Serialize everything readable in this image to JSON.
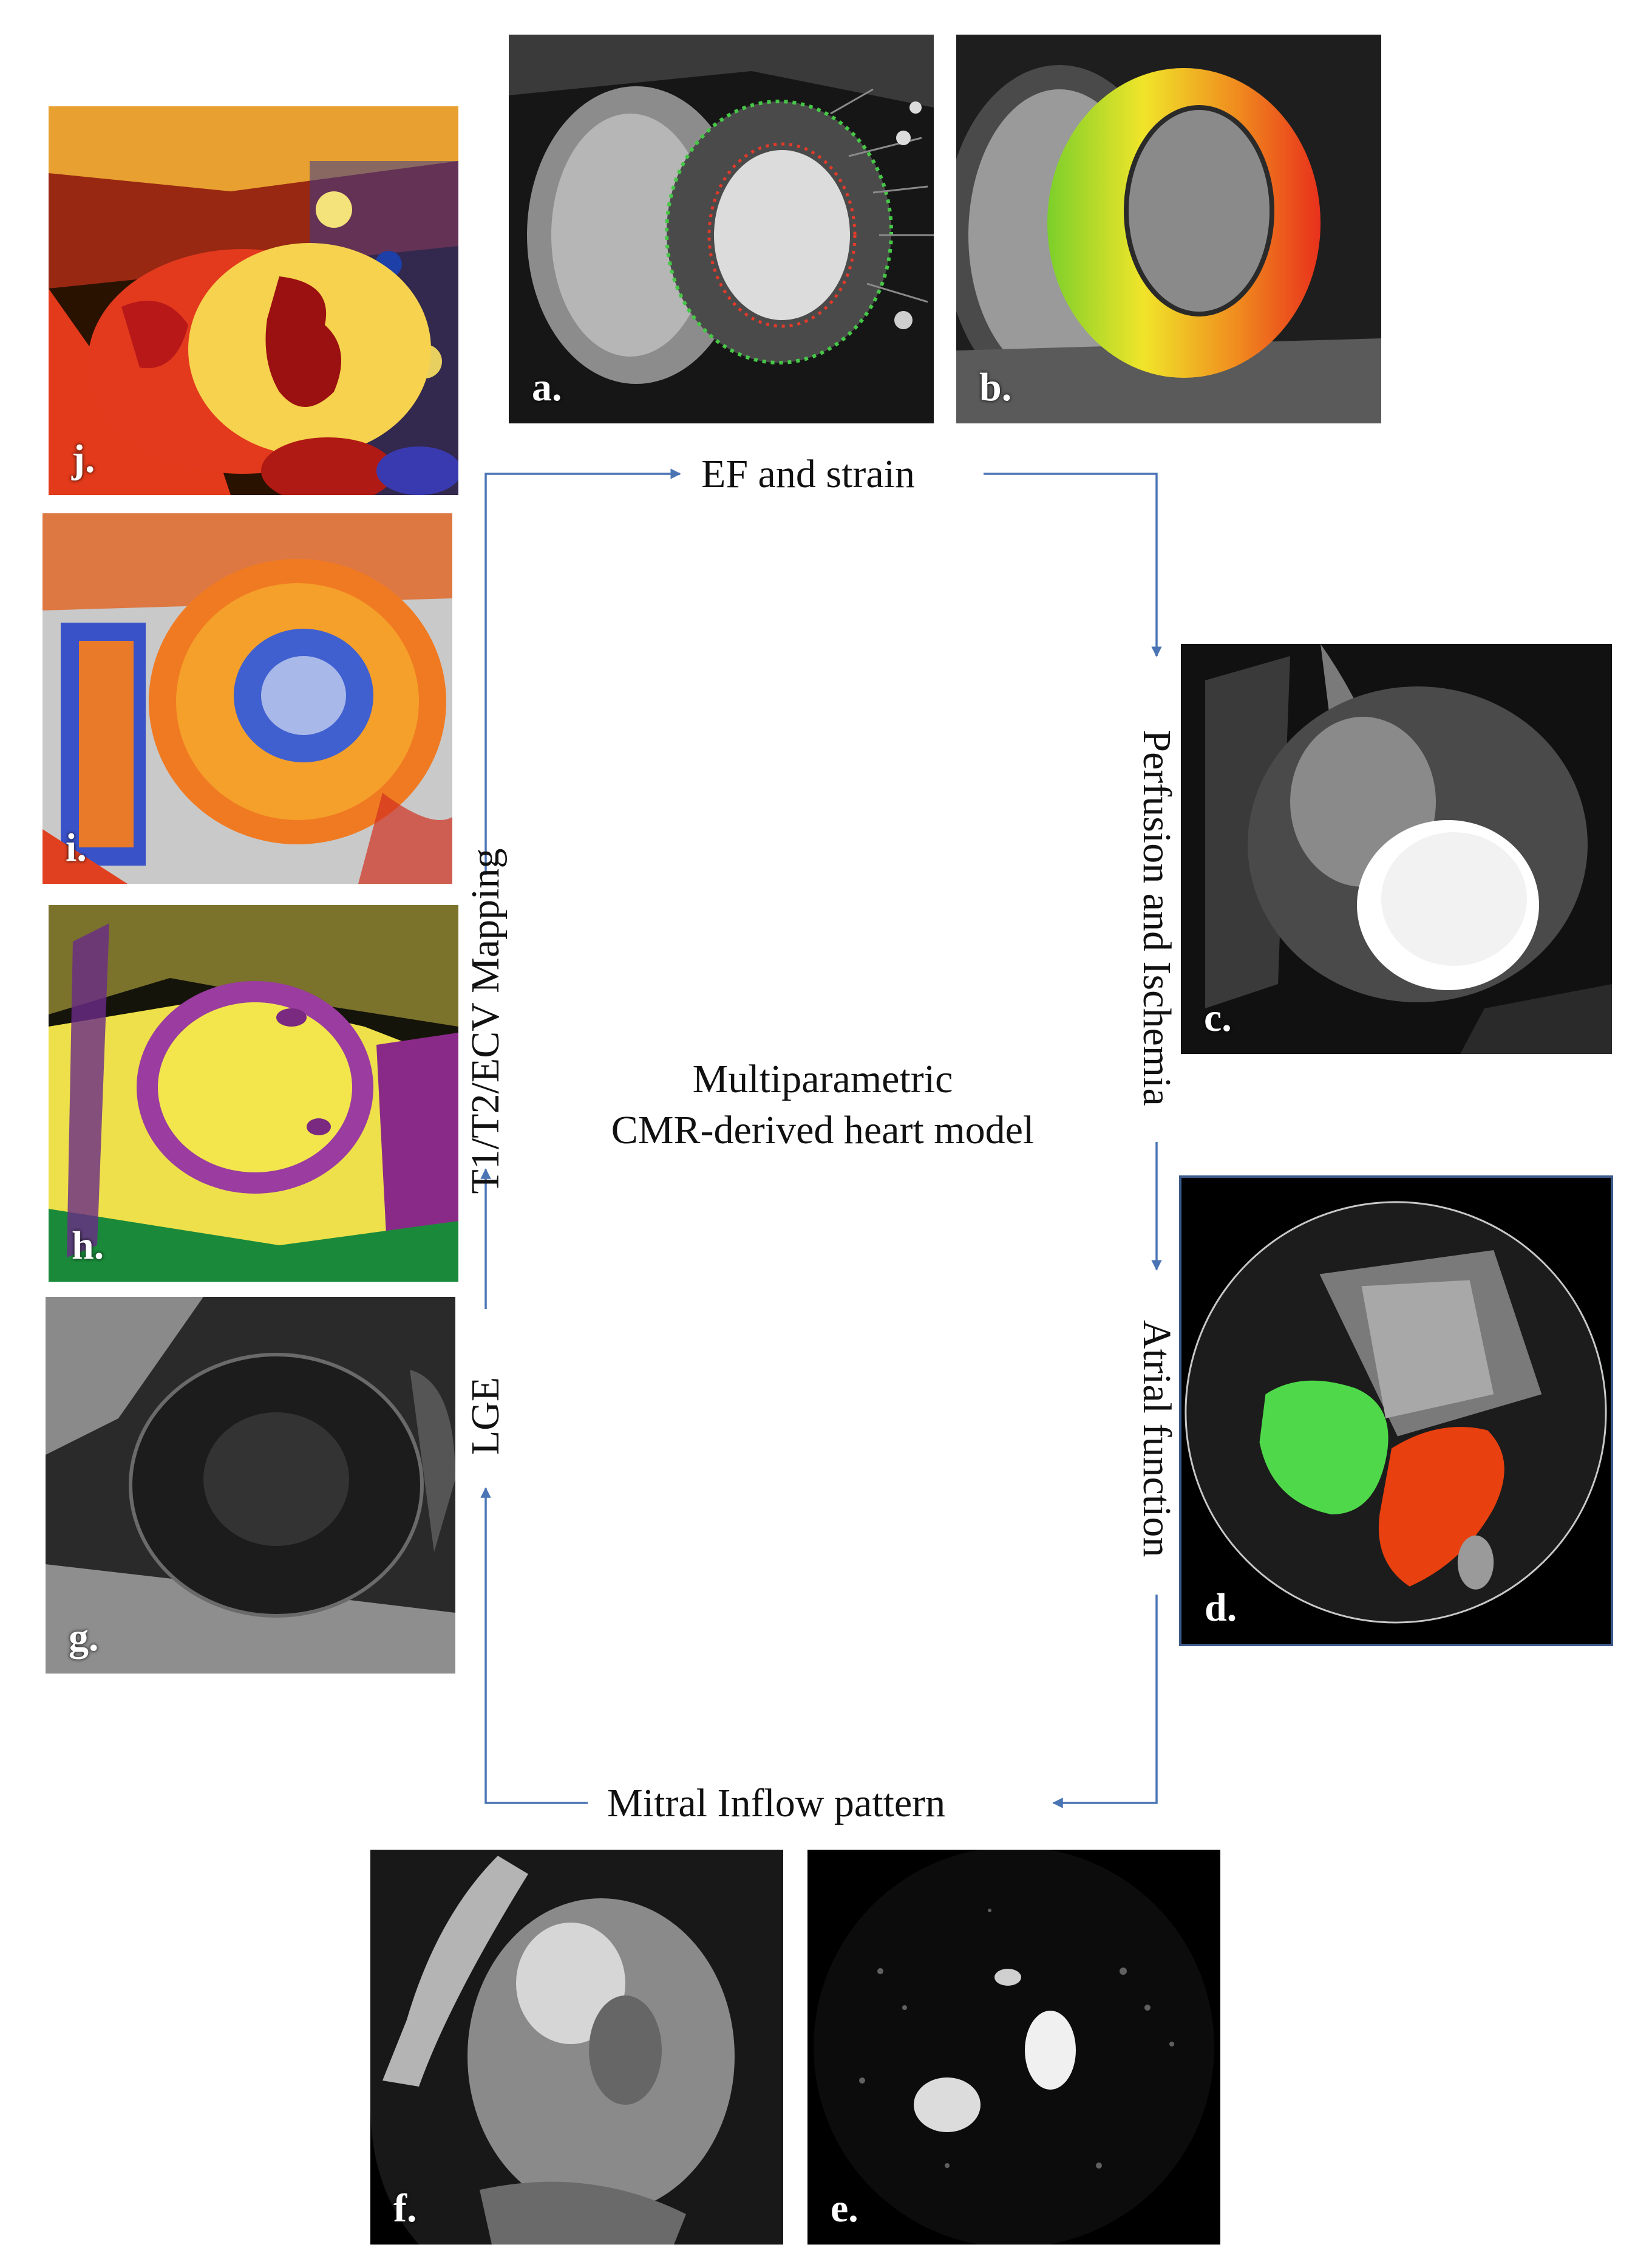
{
  "panels": {
    "a": "a.",
    "b": "b.",
    "c": "c.",
    "d": "d.",
    "e": "e.",
    "f": "f.",
    "g": "g.",
    "h": "h.",
    "i": "i.",
    "j": "j."
  },
  "flow": {
    "top": "EF and strain",
    "right_upper": "Perfusion and Ischemia",
    "right_lower": "Atrial function",
    "bottom": "Mitral Inflow pattern",
    "left_lower": "LGE",
    "left_upper": "T1/T2/ECV Mapping"
  },
  "center": {
    "line1": "Multiparametric",
    "line2": "CMR-derived heart model"
  },
  "colors": {
    "arrow": "#4a74b4",
    "strain_high": "#e8311c",
    "strain_low": "#7ccf2a",
    "atrium_left": "#4fd94a",
    "atrium_right": "#e8400f",
    "frame_d": "#3d5a8a"
  }
}
